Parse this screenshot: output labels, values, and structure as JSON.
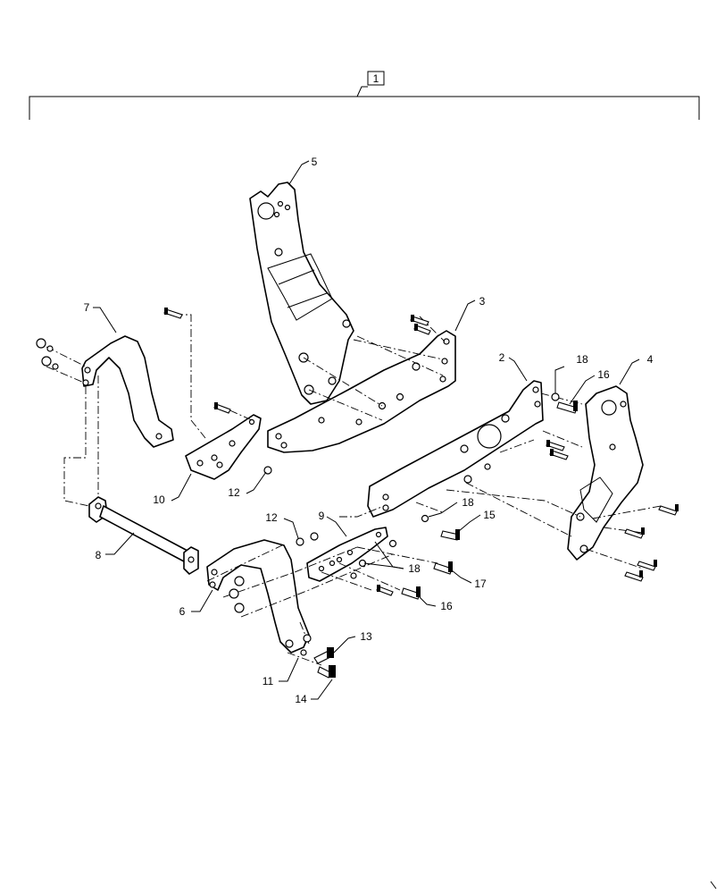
{
  "assembly": {
    "label": "1"
  },
  "callouts": [
    {
      "id": "c5",
      "text": "5"
    },
    {
      "id": "c3",
      "text": "3"
    },
    {
      "id": "c7",
      "text": "7"
    },
    {
      "id": "c2",
      "text": "2"
    },
    {
      "id": "c18a",
      "text": "18"
    },
    {
      "id": "c16a",
      "text": "16"
    },
    {
      "id": "c4",
      "text": "4"
    },
    {
      "id": "c10",
      "text": "10"
    },
    {
      "id": "c12a",
      "text": "12"
    },
    {
      "id": "c12b",
      "text": "12"
    },
    {
      "id": "c9",
      "text": "9"
    },
    {
      "id": "c18b",
      "text": "18"
    },
    {
      "id": "c15",
      "text": "15"
    },
    {
      "id": "c8",
      "text": "8"
    },
    {
      "id": "c18c",
      "text": "18"
    },
    {
      "id": "c17",
      "text": "17"
    },
    {
      "id": "c6",
      "text": "6"
    },
    {
      "id": "c16b",
      "text": "16"
    },
    {
      "id": "c13",
      "text": "13"
    },
    {
      "id": "c11",
      "text": "11"
    },
    {
      "id": "c14",
      "text": "14"
    }
  ]
}
